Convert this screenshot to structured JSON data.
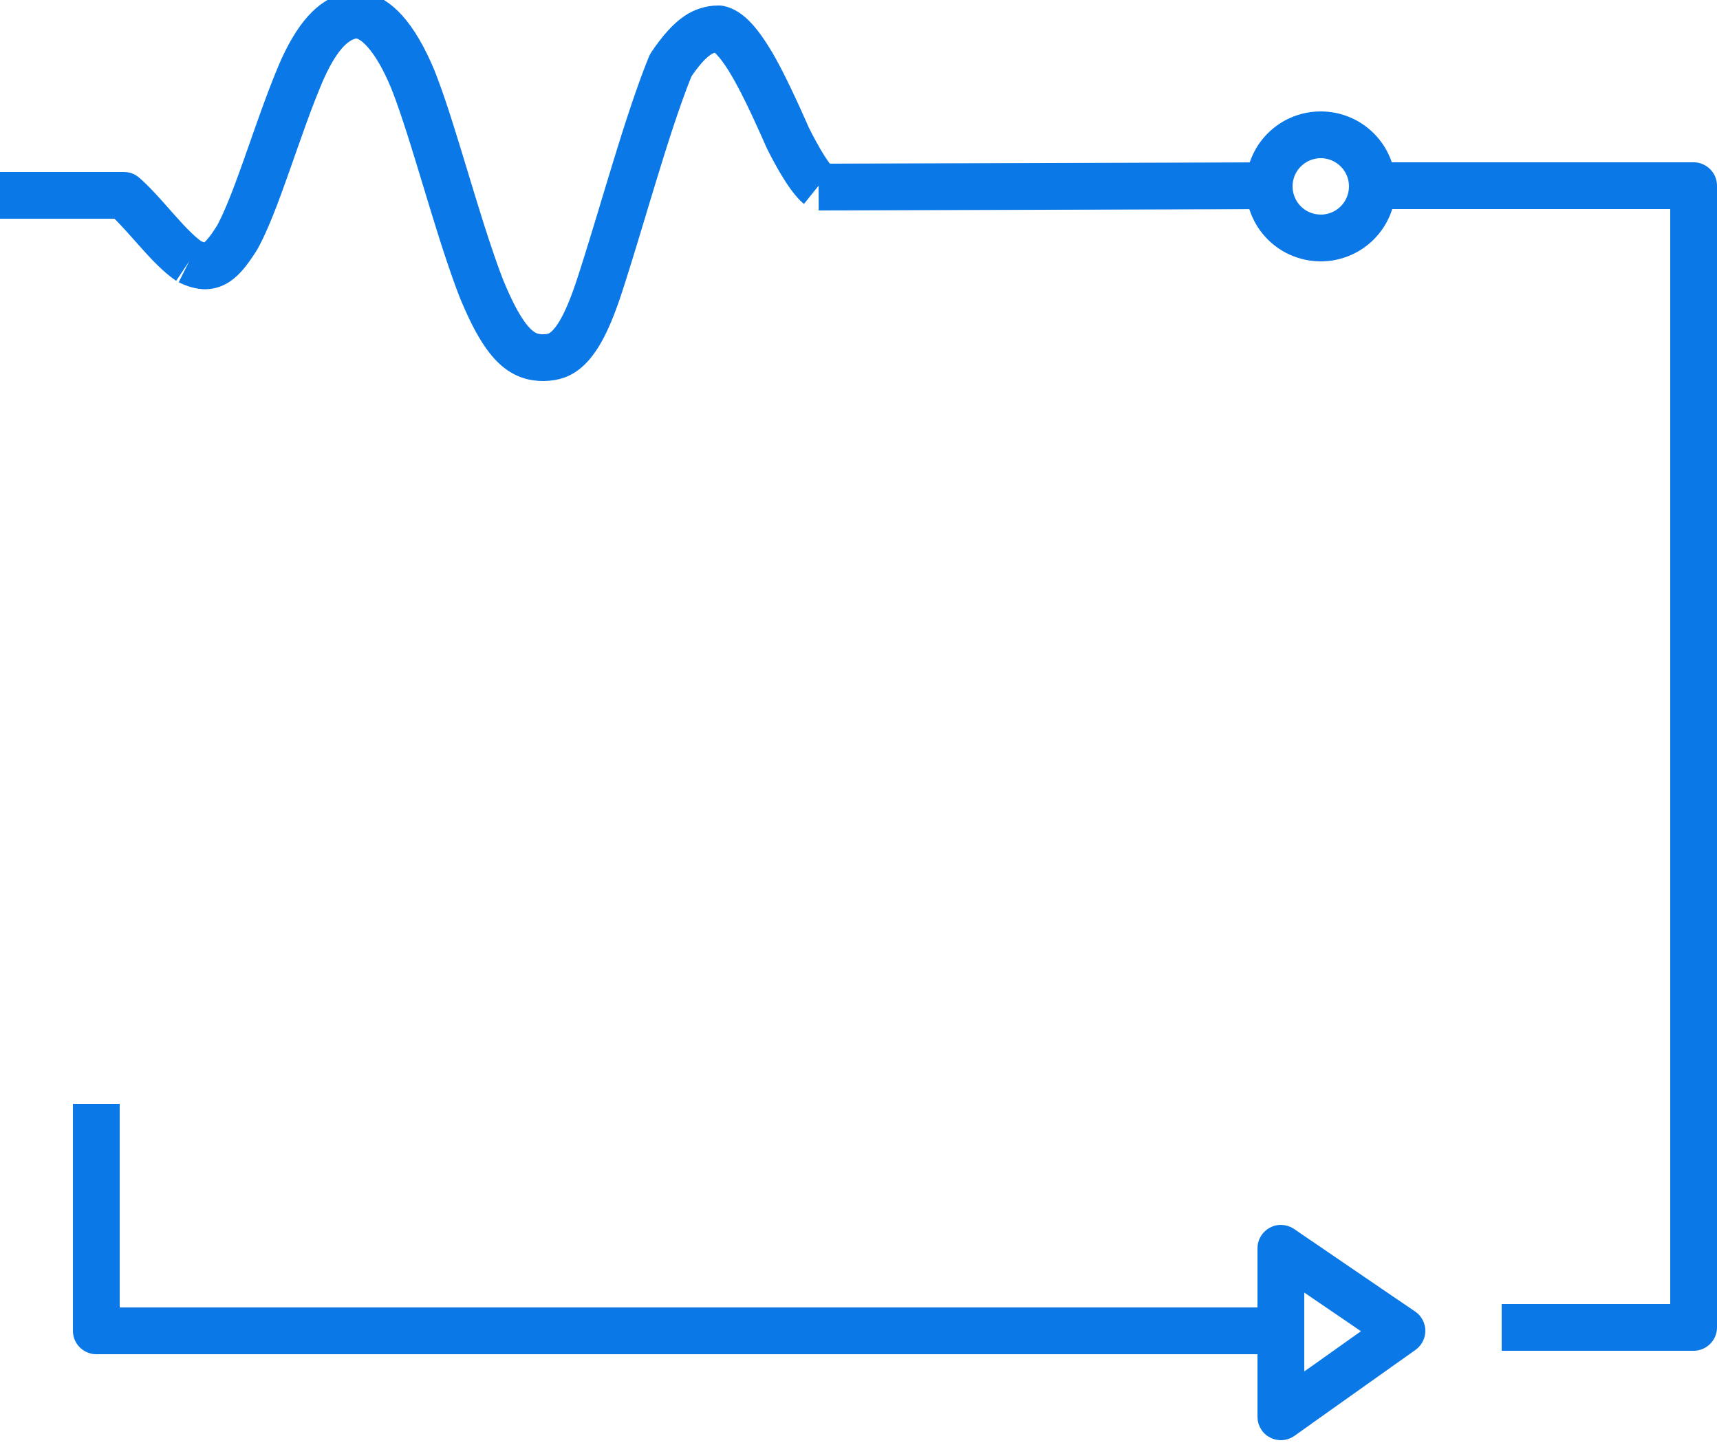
{
  "diagram": {
    "type": "signal-loop",
    "stroke_color": "#0a78e6",
    "background_color": "#ffffff",
    "elements": [
      "input-line",
      "waveform",
      "output-line",
      "junction-node",
      "feedback-loop",
      "return-line",
      "arrow-head"
    ]
  }
}
